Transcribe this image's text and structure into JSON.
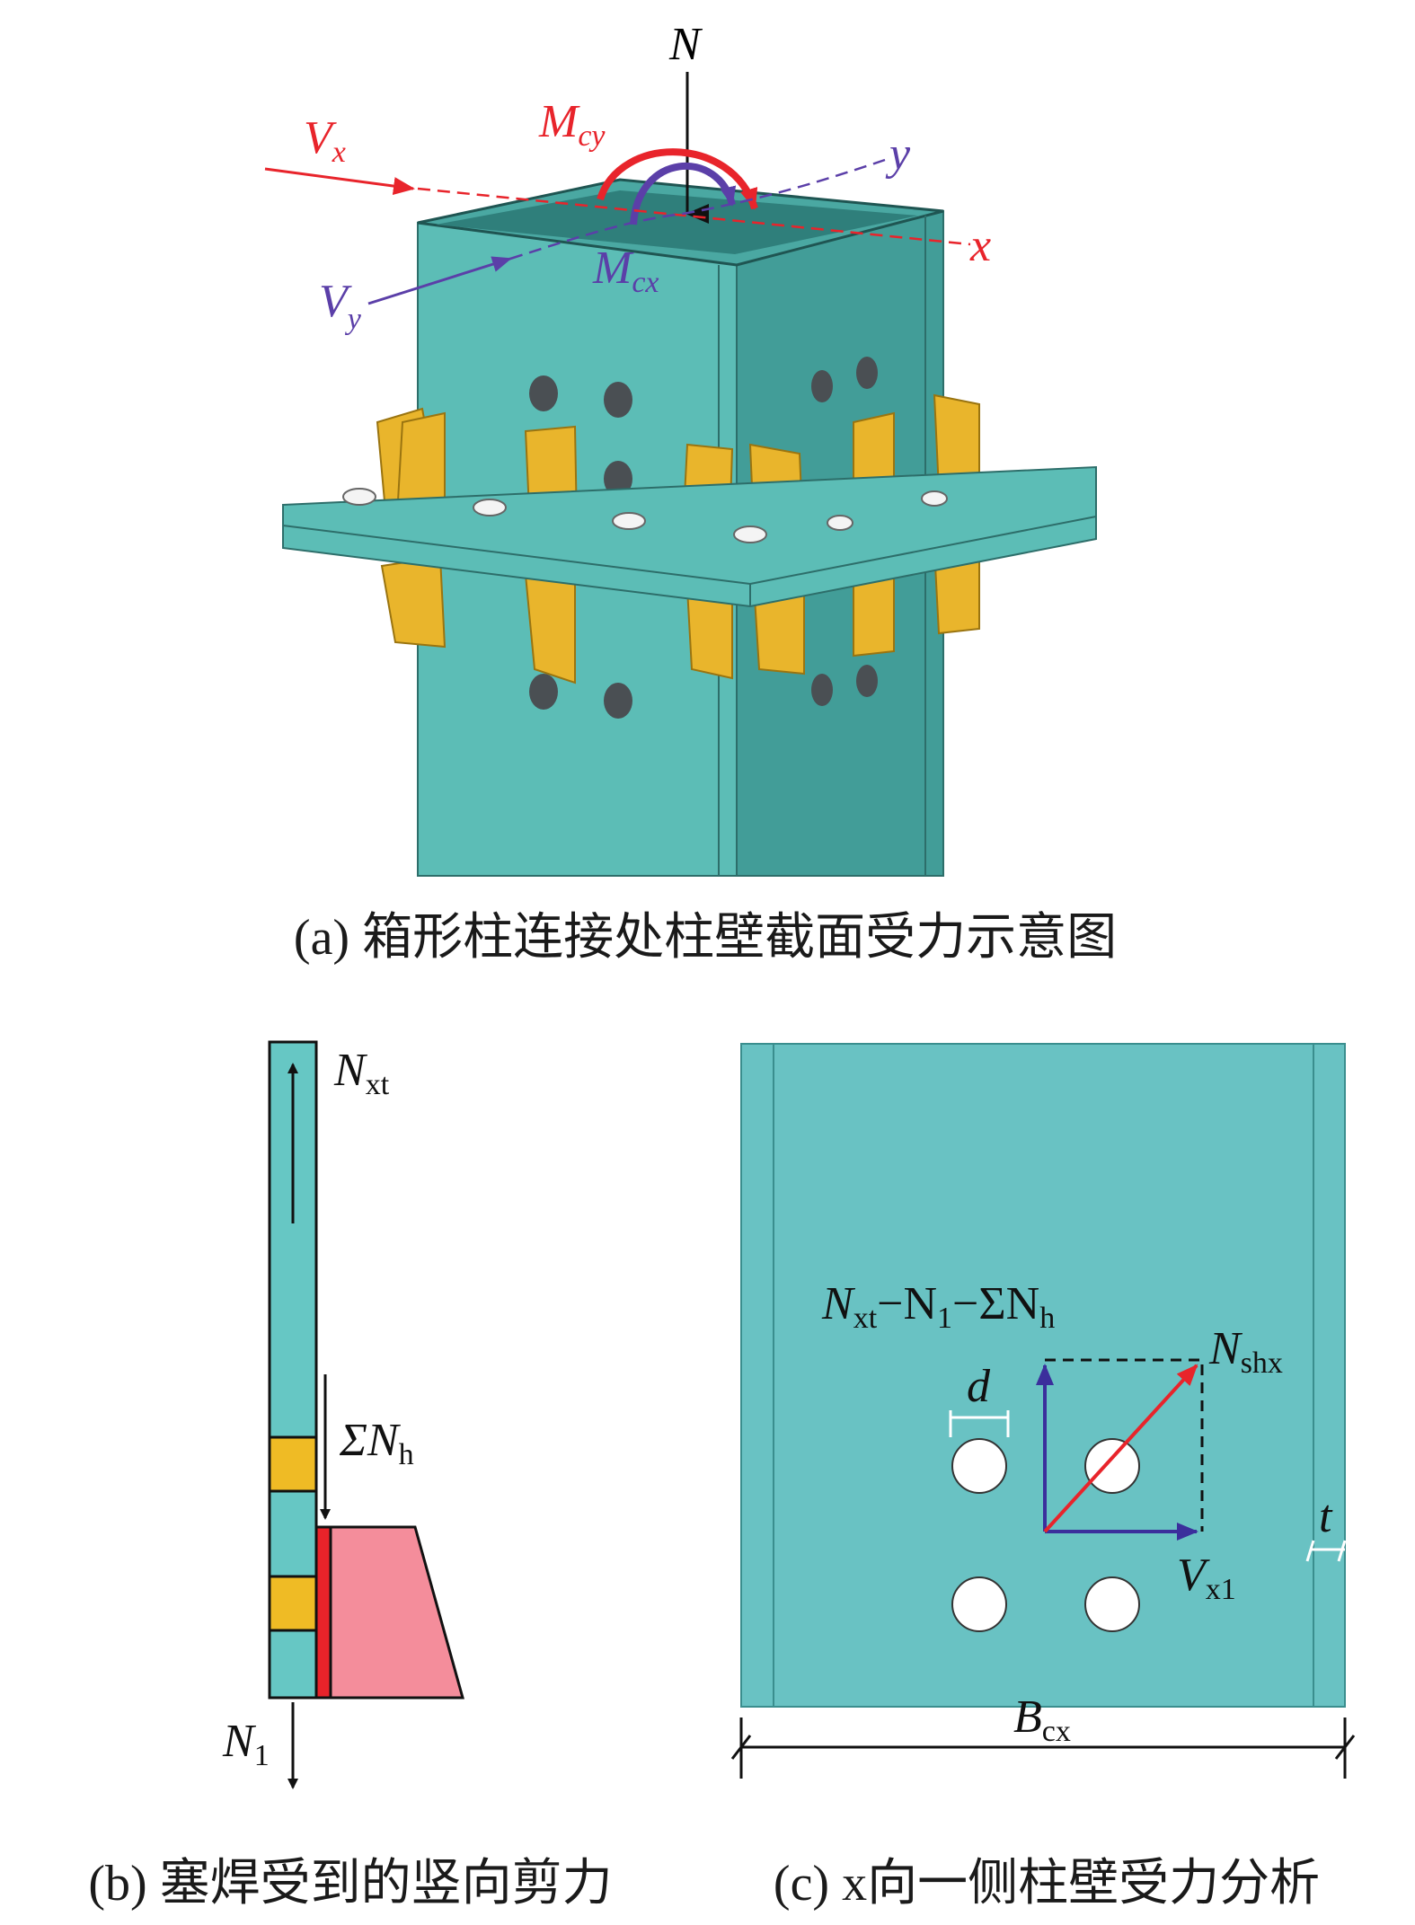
{
  "figure_a": {
    "caption": "(a) 箱形柱连接处柱壁截面受力示意图",
    "labels": {
      "N": "N",
      "Mcy_main": "M",
      "Mcy_sub": "cy",
      "Mcx_main": "M",
      "Mcx_sub": "cx",
      "Vx_main": "V",
      "Vx_sub": "x",
      "Vy_main": "V",
      "Vy_sub": "y",
      "axis_x": "x",
      "axis_y": "y"
    },
    "colors": {
      "column": "#5bbcb5",
      "column_side": "#3f9893",
      "stiffener": "#e9b52c",
      "moment_red": "#e8242b",
      "moment_blue": "#5b3fa8"
    }
  },
  "figure_b": {
    "caption": "(b) 塞焊受到的竖向剪力",
    "labels": {
      "Nxt_main": "N",
      "Nxt_sub": "xt",
      "SNh_main": "ΣN",
      "SNh_sub": "h",
      "N1_main": "N",
      "N1_sub": "1"
    },
    "colors": {
      "wall": "#66c7c4",
      "plug": "#efbb25",
      "weld": "#e8232a",
      "plate": "#f48d9b"
    }
  },
  "figure_c": {
    "caption": "(c) x向一侧柱壁受力分析",
    "labels": {
      "eq_N": "N",
      "eq_xt": "xt",
      "eq_minus1": "−N",
      "eq_1": "1",
      "eq_minus2": "−ΣN",
      "eq_h": "h",
      "Nshx_main": "N",
      "Nshx_sub": "shx",
      "Vx1_main": "V",
      "Vx1_sub": "x1",
      "d": "d",
      "t": "t",
      "Bcx_main": "B",
      "Bcx_sub": "cx"
    },
    "colors": {
      "panel": "#69c2c3",
      "vector_red": "#e8242b",
      "vector_blue": "#3b2f9c"
    }
  }
}
